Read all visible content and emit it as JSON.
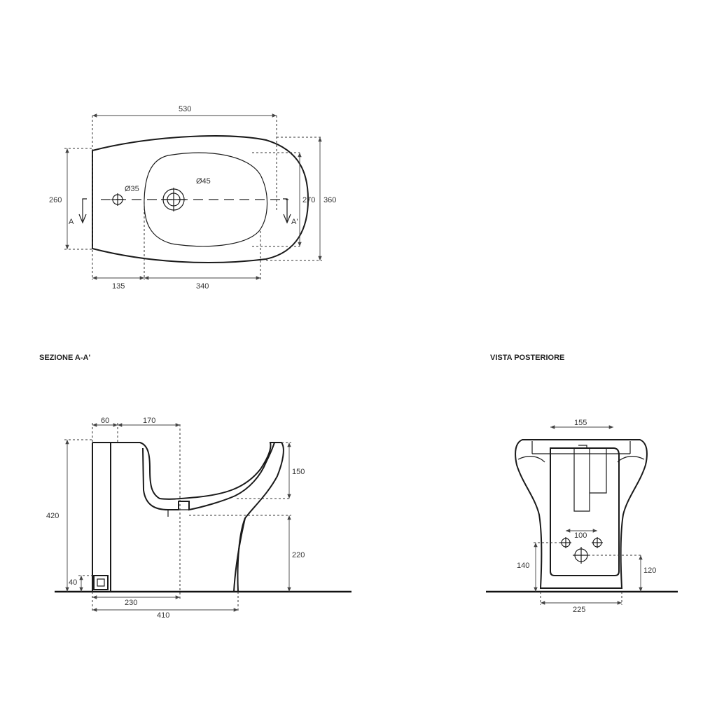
{
  "colors": {
    "line": "#1a1a1a",
    "dimension": "#444444",
    "background": "#ffffff"
  },
  "top_view": {
    "dim_width": "530",
    "dim_rim_depth": "260",
    "dim_bowl_depth": "270",
    "dim_total_depth": "360",
    "dim_front": "135",
    "dim_bowl_length": "340",
    "hole_small": "Ø35",
    "hole_large": "Ø45",
    "section_left": "A",
    "section_right": "A'"
  },
  "section_view": {
    "title": "SEZIONE A-A'",
    "dim_60": "60",
    "dim_170": "170",
    "dim_420": "420",
    "dim_150": "150",
    "dim_220": "220",
    "dim_40": "40",
    "dim_230": "230",
    "dim_410": "410"
  },
  "rear_view": {
    "title": "VISTA POSTERIORE",
    "dim_155": "155",
    "dim_100": "100",
    "dim_140": "140",
    "dim_120": "120",
    "dim_225": "225"
  }
}
